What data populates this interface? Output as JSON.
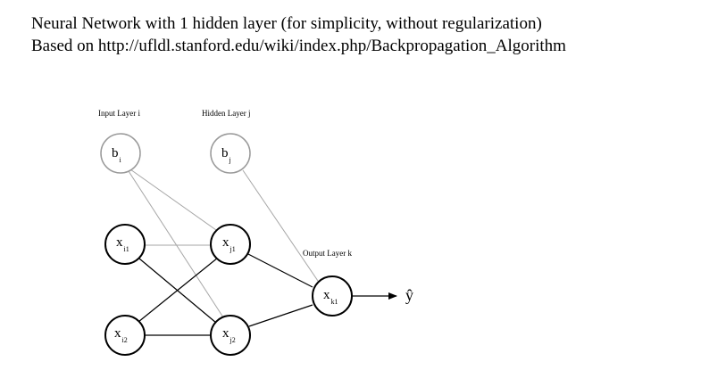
{
  "header": {
    "line1": "Neural Network with 1 hidden layer (for simplicity, without regularization)",
    "line2": "Based on http://ufldl.stanford.edu/wiki/index.php/Backpropagation_Algorithm"
  },
  "layers": {
    "input": "Input Layer i",
    "hidden": "Hidden Layer j",
    "output": "Output Layer k"
  },
  "nodes": {
    "bi": {
      "main": "b",
      "sub": "i"
    },
    "bj": {
      "main": "b",
      "sub": "j"
    },
    "xi1": {
      "main": "x",
      "sub": "i1"
    },
    "xi2": {
      "main": "x",
      "sub": "i2"
    },
    "xj1": {
      "main": "x",
      "sub": "j1"
    },
    "xj2": {
      "main": "x",
      "sub": "j2"
    },
    "xk1": {
      "main": "x",
      "sub": "k1"
    }
  },
  "output_symbol": "ŷ",
  "colors": {
    "bias_stroke": "#999999",
    "bias_edge": "#a6a6a6",
    "node_stroke": "#000000"
  }
}
